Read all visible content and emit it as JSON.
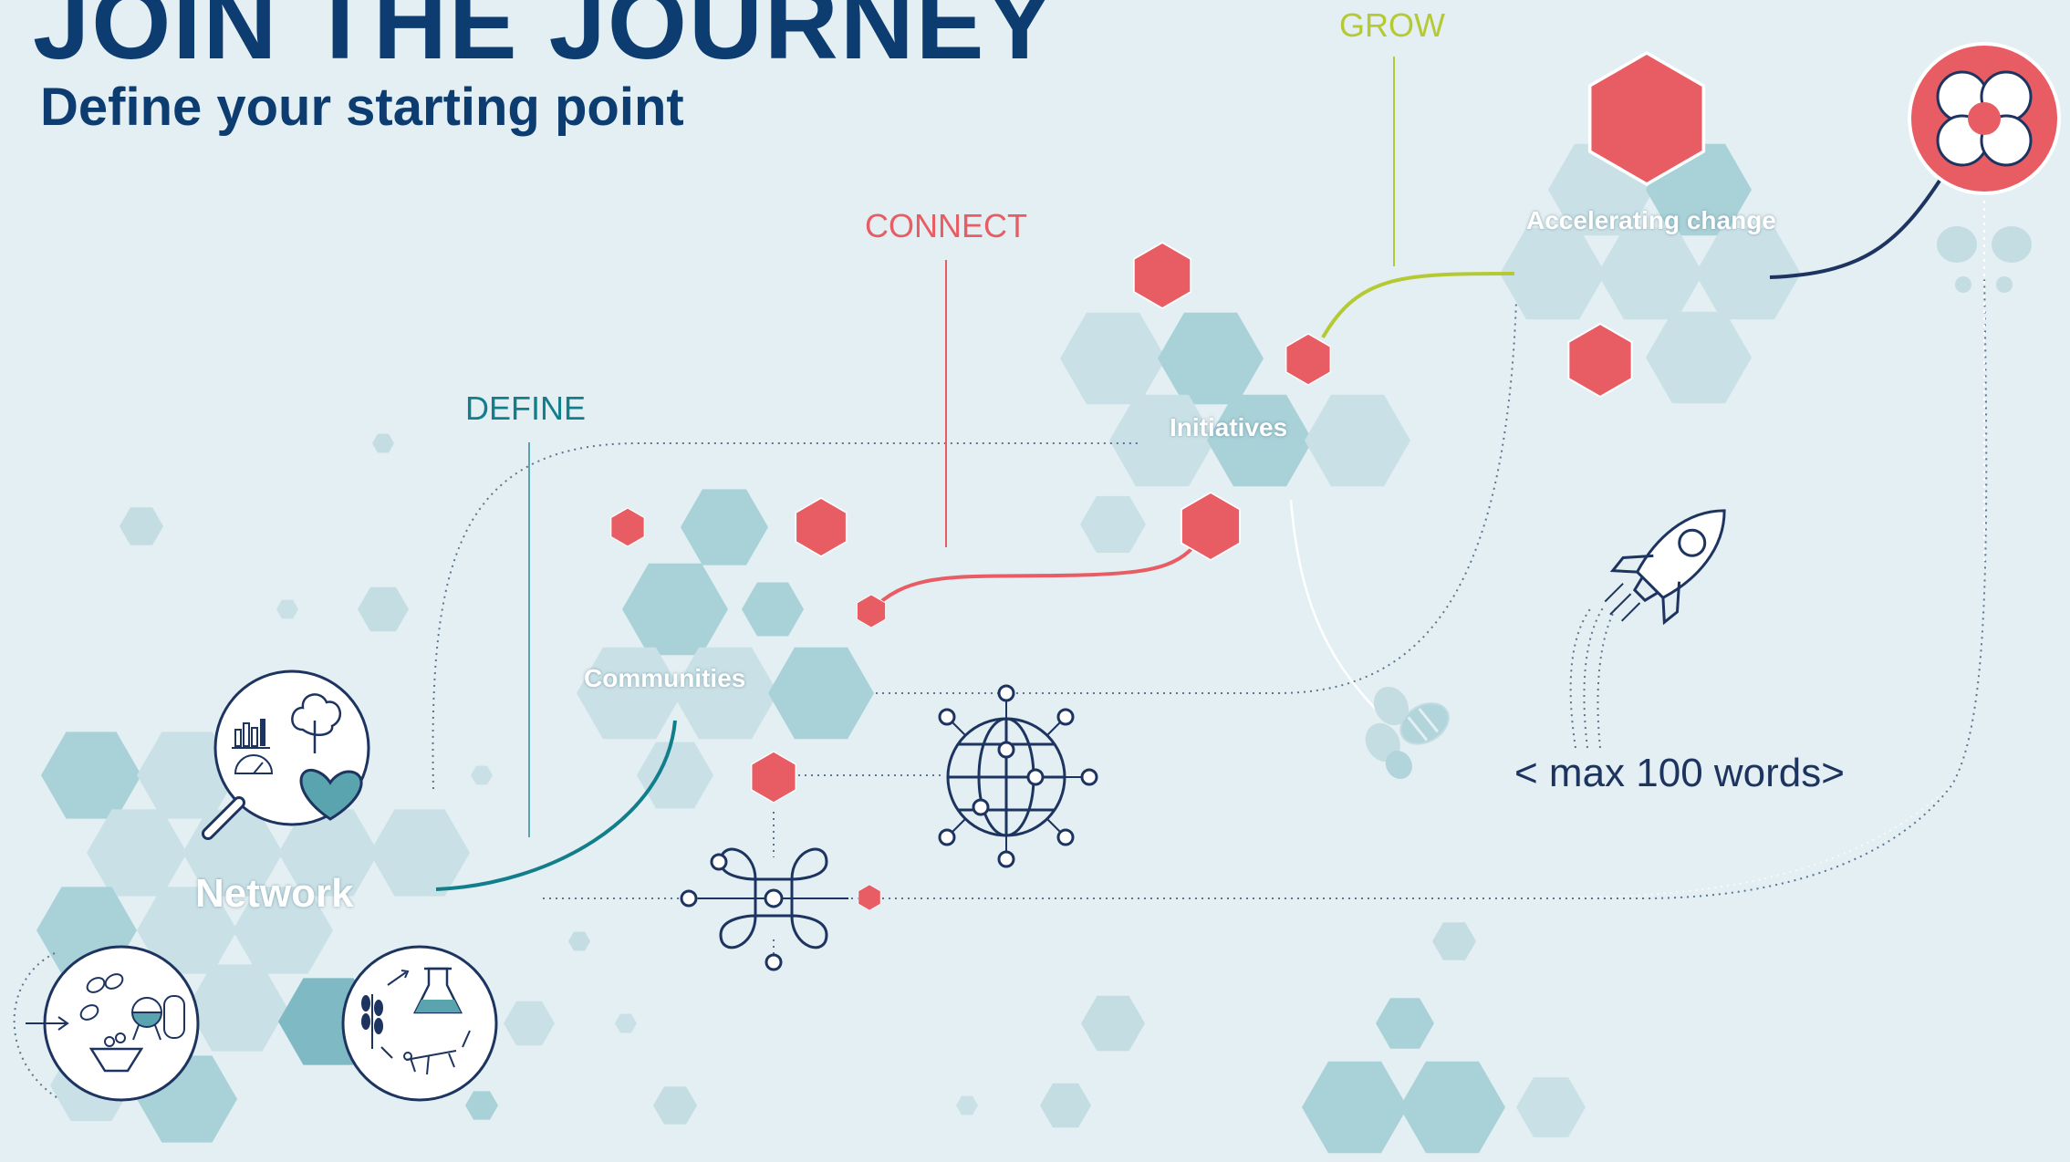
{
  "header": {
    "title": "JOIN THE JOURNEY",
    "subtitle": "Define your starting point"
  },
  "stages": {
    "define": "DEFINE",
    "connect": "CONNECT",
    "grow": "GROW"
  },
  "nodes": {
    "network": "Network",
    "communities": "Communities",
    "initiatives": "Initiatives",
    "accelerating": "Accelerating change"
  },
  "placeholder": "< max 100 words>",
  "colors": {
    "background": "#e3eff2",
    "navy": "#0d3c70",
    "coral": "#e85d63",
    "teal": "#127e8c",
    "lime": "#b5c933",
    "hex_dark": "#a8d1d8",
    "hex_light": "#c9e1e6",
    "icon_navy": "#1d3460"
  },
  "icons": [
    "magnifier-data-icon",
    "food-cooking-icon",
    "agriculture-lab-icon",
    "molecule-network-icon",
    "globe-network-icon",
    "bee-icon",
    "rocket-icon",
    "flower-logo-icon"
  ]
}
